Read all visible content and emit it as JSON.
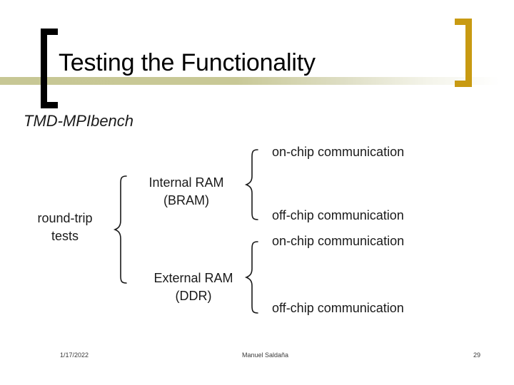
{
  "slide": {
    "title": "Testing the Functionality",
    "subtitle": "TMD-MPIbench",
    "accent_color": "#c89a12",
    "rule_color": "#c8c896",
    "bracket_left_color": "#000000",
    "text_color": "#1a1a1a"
  },
  "decorations": {
    "bracket_left": "left-square-bracket",
    "bracket_right": "right-square-bracket",
    "title_rule": "horizontal-gradient-rule"
  },
  "diagram": {
    "type": "brace-tree",
    "root": {
      "label_line_1": "round-trip",
      "label_line_2": "tests"
    },
    "branches": [
      {
        "label_line_1": "Internal RAM",
        "label_line_2": "(BRAM)",
        "leaves": [
          {
            "label": "on-chip communication"
          },
          {
            "label": "off-chip communication"
          }
        ]
      },
      {
        "label_line_1": "External RAM",
        "label_line_2": "(DDR)",
        "leaves": [
          {
            "label": "on-chip communication"
          },
          {
            "label": "off-chip communication"
          }
        ]
      }
    ],
    "brace_icons": [
      "curly-brace-root",
      "curly-brace-bram",
      "curly-brace-ddr"
    ]
  },
  "footer": {
    "date": "1/17/2022",
    "author": "Manuel Saldaña",
    "page_number": "29"
  }
}
